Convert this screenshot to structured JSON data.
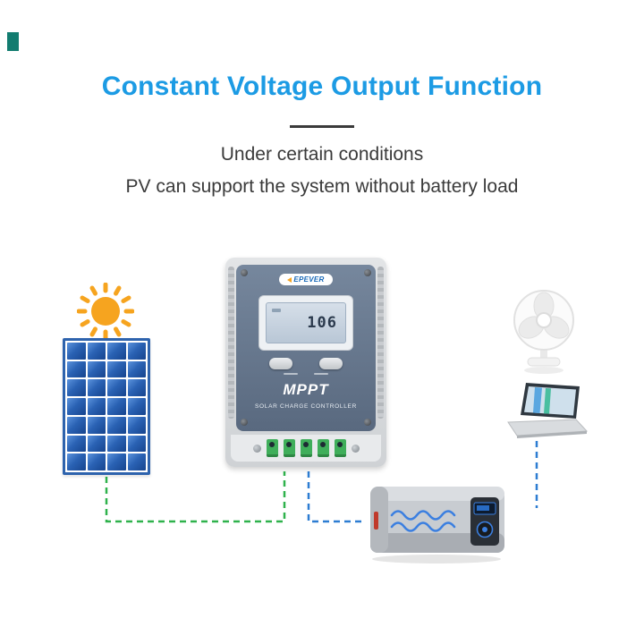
{
  "header": {
    "title": "Constant Voltage Output Function",
    "subtitle_line1": "Under certain conditions",
    "subtitle_line2": "PV can support the system without battery load"
  },
  "diagram": {
    "controller": {
      "brand": "EPEVER",
      "lcd_value": "106",
      "model_label": "MPPT",
      "model_sublabel": "SOLAR CHARGE CONTROLLER"
    },
    "colors": {
      "title_blue": "#1c9be4",
      "pv_wire_green": "#2fb24c",
      "load_wire_blue": "#2d7dd2",
      "sun_orange": "#f6a41f",
      "panel_blue": "#2a62b4"
    }
  }
}
